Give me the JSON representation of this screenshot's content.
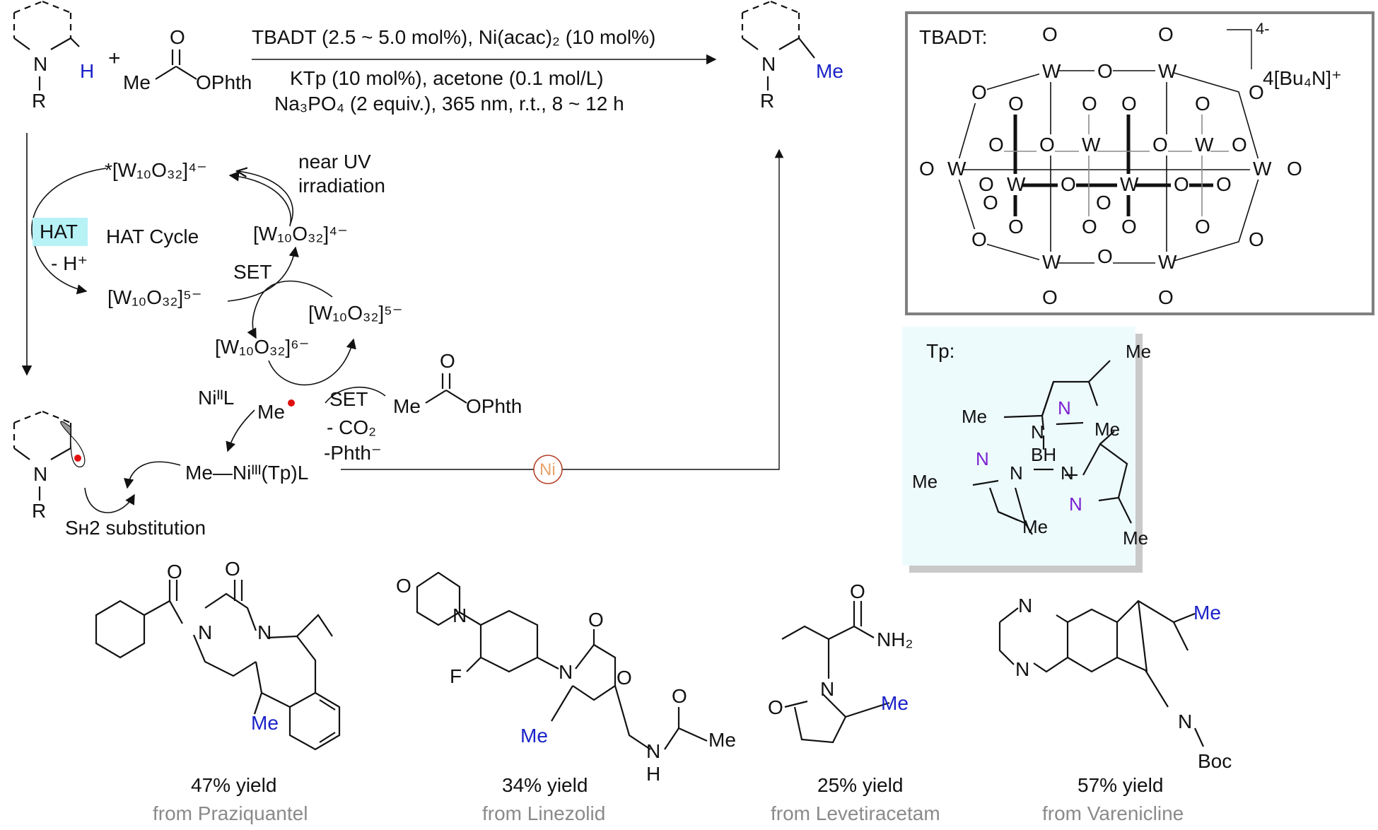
{
  "conditions": {
    "line1": "TBADT (2.5 ~ 5.0 mol%), Ni(acac)₂ (10 mol%)",
    "line2": "KTp (10 mol%), acetone (0.1 mol/L)",
    "line3": "Na₃PO₄ (2 equiv.), 365 nm, r.t., 8 ~ 12 h"
  },
  "reagent": {
    "label": "OPhth",
    "methyl": "Me",
    "oxygen": "O"
  },
  "substrate": {
    "n_label": "N",
    "r_label": "R",
    "h_label": "H",
    "plus": "+"
  },
  "product": {
    "n_label": "N",
    "r_label": "R",
    "me_label": "Me"
  },
  "cycle": {
    "excited": "*[W₁₀O₃₂]⁴⁻",
    "near_uv_1": "near UV",
    "near_uv_2": "irradiation",
    "hat_badge": "HAT",
    "minus_h": "- H⁺",
    "hat_cycle": "HAT Cycle",
    "w4": "[W₁₀O₃₂]⁴⁻",
    "w5_left": "[W₁₀O₃₂]⁵⁻",
    "set_top": "SET",
    "w5_right": "[W₁₀O₃₂]⁵⁻",
    "w6": "[W₁₀O₃₂]⁶⁻",
    "ni2l": "NiᴵᴵL",
    "me_radical": "Me",
    "set_bottom": "SET",
    "minus_co2": "- CO₂",
    "minus_phth": "-Phth⁻",
    "me_ni3": "Me—Niᴵᴵᴵ(Tp)L",
    "sh2": "Sʜ2 substitution",
    "ni_circle": "Ni",
    "reagent2_label": "OPhth",
    "reagent2_me": "Me",
    "radical_n": "N",
    "radical_r": "R"
  },
  "tbadt": {
    "title": "TBADT:",
    "charge": "4-",
    "counterion": "4[Bu₄N]⁺"
  },
  "tp": {
    "title": "Tp:",
    "me": "Me",
    "n": "N",
    "bh": "BH"
  },
  "examples": [
    {
      "yield": "47% yield",
      "source": "from Praziquantel"
    },
    {
      "yield": "34% yield",
      "source": "from Linezolid"
    },
    {
      "yield": "25% yield",
      "source": "from Levetiracetam"
    },
    {
      "yield": "57% yield",
      "source": "from Varenicline"
    }
  ],
  "mol_labels": {
    "praz_o": "O",
    "praz_n1": "N",
    "praz_n2": "N",
    "praz_o2": "O",
    "praz_me": "Me",
    "lin_o": "O",
    "lin_n": "N",
    "lin_f": "F",
    "lin_n2": "N",
    "lin_o2": "O",
    "lin_o3": "O",
    "lin_me": "Me",
    "lin_nh": "N",
    "lin_h": "H",
    "lin_o4": "O",
    "lin_me2": "Me",
    "lev_o": "O",
    "lev_nh2": "NH₂",
    "lev_o2": "O",
    "lev_n": "N",
    "lev_me": "Me",
    "var_n1": "N",
    "var_n2": "N",
    "var_me": "Me",
    "var_n3": "N",
    "var_boc": "Boc"
  },
  "colors": {
    "accent_blue": "#1a22c8",
    "nitrogen_purple": "#7a1fd1",
    "hat_cyan": "#b7f2f7",
    "tp_panel": "#eefbfd"
  }
}
